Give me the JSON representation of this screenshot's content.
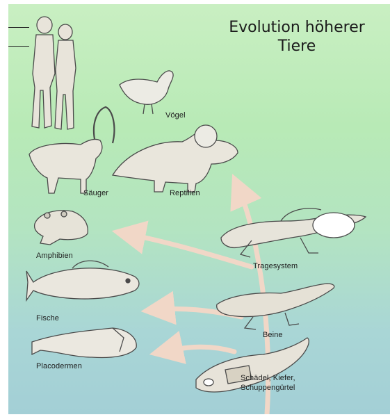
{
  "title_line1": "Evolution höherer",
  "title_line2": "Tiere",
  "labels": {
    "voegel": "Vögel",
    "saeuger": "Säuger",
    "reptilien": "Reptilien",
    "amphibien": "Amphibien",
    "fische": "Fische",
    "placodermen": "Placodermen",
    "tragesystem": "Tragesystem",
    "beine": "Beine",
    "schaedel_line1": "Schädel, Kiefer,",
    "schaedel_line2": "Schuppengürtel"
  },
  "colors": {
    "background_top": "#c9efc2",
    "background_bottom": "#a3cfd6",
    "arrow": "#f1d7c7",
    "animal_fill": "#e7e5dc",
    "outline": "#4a4a4a"
  }
}
